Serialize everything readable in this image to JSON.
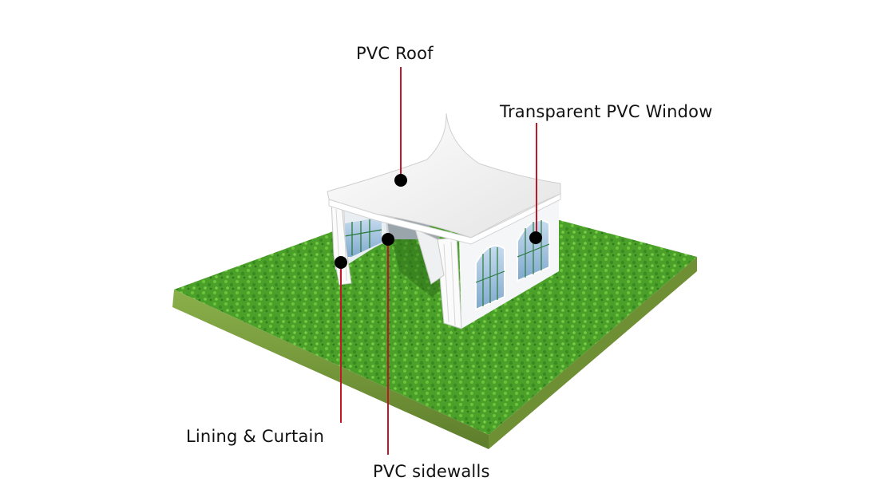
{
  "callouts": {
    "roof": "PVC Roof",
    "window": "Transparent PVC Window",
    "lining": "Lining & Curtain",
    "sidewalls": "PVC sidewalls"
  },
  "colors": {
    "background": "#ffffff",
    "grass_top": "#4aa12a",
    "grass_side": "#7a9b3c",
    "tent": "#f6f6f6",
    "leader_line": "#c0182a",
    "marker": "#000000",
    "window_glass": "#a9c9e6"
  }
}
